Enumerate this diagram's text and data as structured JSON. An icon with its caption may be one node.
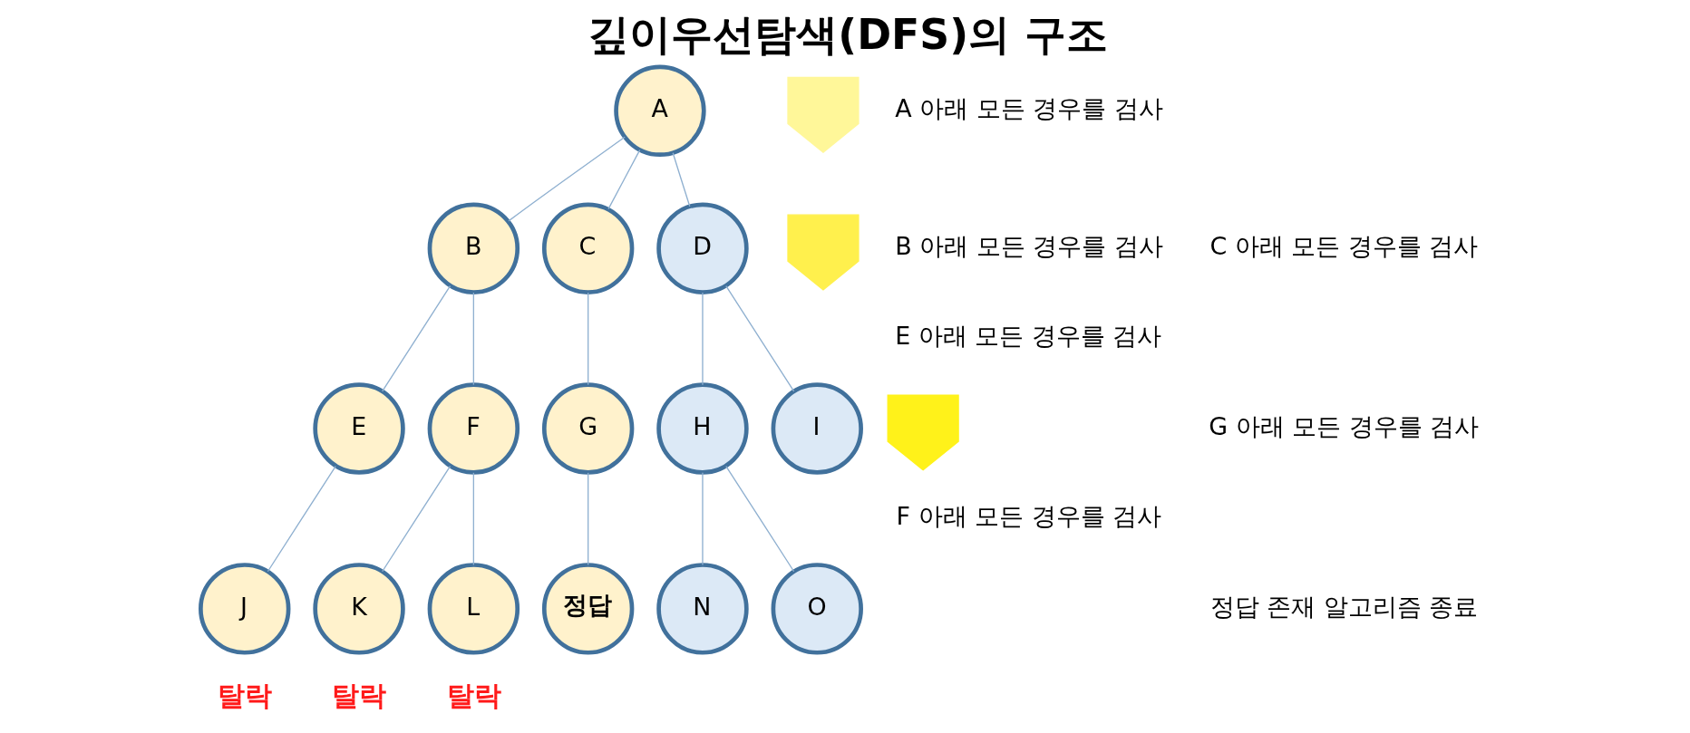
{
  "diagram": {
    "title": "깊이우선탐색(DFS)의 구조",
    "nodes": [
      {
        "text": [
          "A"
        ]
      },
      {
        "text": [],
        "shape": "arrow"
      },
      {
        "text": [
          "B"
        ]
      },
      {
        "text": [
          "C"
        ]
      },
      {
        "text": [
          "D"
        ]
      },
      {
        "text": [],
        "shape": "arrow"
      },
      {
        "text": [
          "E"
        ]
      },
      {
        "text": [
          "F"
        ]
      },
      {
        "text": [
          "G"
        ]
      },
      {
        "text": [
          "H"
        ]
      },
      {
        "text": [
          "I"
        ]
      },
      {
        "text": [],
        "shape": "arrow"
      },
      {
        "text": [
          "J"
        ],
        "beside": [
          "탈락"
        ]
      },
      {
        "text": [
          "K"
        ],
        "beside": [
          "탈락"
        ]
      },
      {
        "text": [
          "L"
        ],
        "beside": [
          "탈락"
        ]
      },
      {
        "text": [
          "정답"
        ]
      },
      {
        "text": [
          "N"
        ]
      },
      {
        "text": [
          "O"
        ]
      }
    ],
    "edges": [
      {
        "from": 0,
        "to": 2,
        "arrow": "none"
      },
      {
        "from": 0,
        "to": 3,
        "arrow": "none"
      },
      {
        "from": 0,
        "to": 4,
        "arrow": "none"
      },
      {
        "from": 2,
        "to": 6,
        "arrow": "none"
      },
      {
        "from": 2,
        "to": 7,
        "arrow": "none"
      },
      {
        "from": 3,
        "to": 8,
        "arrow": "none"
      },
      {
        "from": 4,
        "to": 9,
        "arrow": "none"
      },
      {
        "from": 4,
        "to": 10,
        "arrow": "none"
      },
      {
        "from": 6,
        "to": 12,
        "arrow": "none"
      },
      {
        "from": 7,
        "to": 13,
        "arrow": "none"
      },
      {
        "from": 7,
        "to": 14,
        "arrow": "none"
      },
      {
        "from": 8,
        "to": 15,
        "arrow": "none"
      },
      {
        "from": 9,
        "to": 16,
        "arrow": "none"
      },
      {
        "from": 9,
        "to": 17,
        "arrow": "none"
      }
    ],
    "labels": [
      "A 아래 모든 경우를 검사",
      "B 아래 모든 경우를 검사",
      "C 아래 모든 경우를 검사",
      "E 아래 모든 경우를 검사",
      "F 아래 모든 경우를 검사",
      "G 아래 모든 경우를 검사",
      "정답 존재 알고리즘 종료"
    ]
  }
}
